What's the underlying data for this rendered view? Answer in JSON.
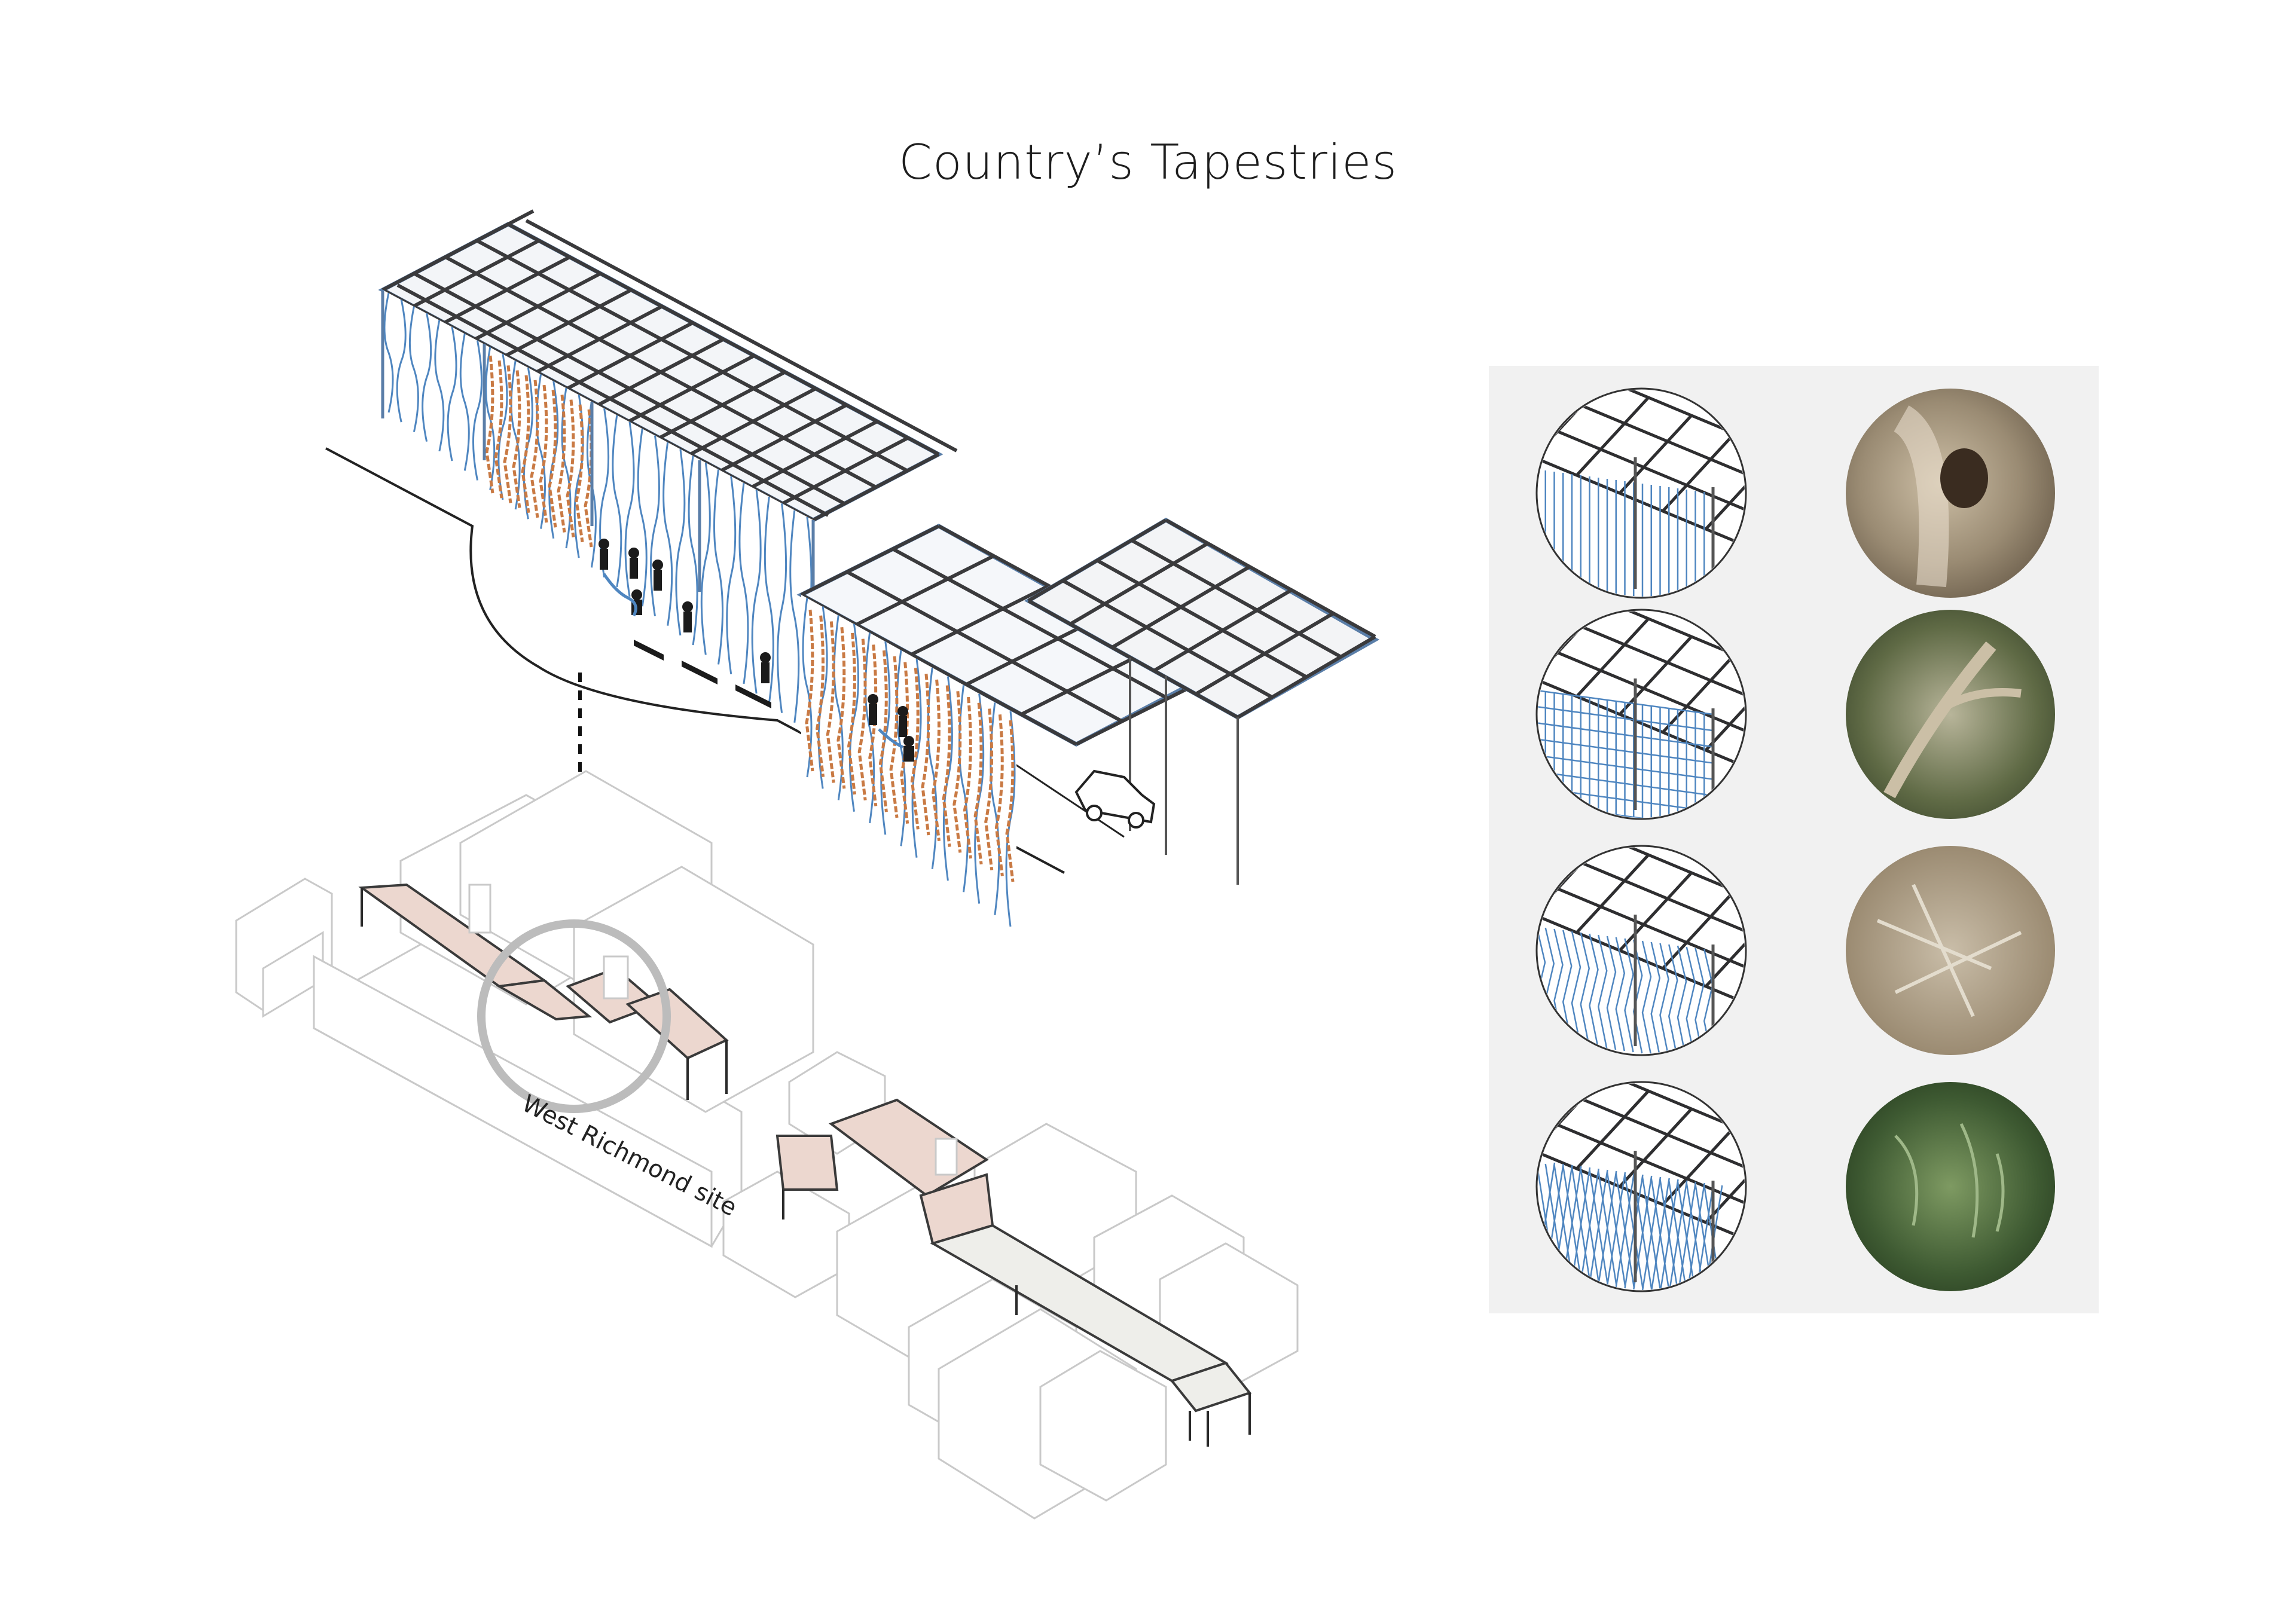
{
  "title": "Country’s Tapestries",
  "site_label": "West Richmond site",
  "colors": {
    "canopy_frame": "#38383a",
    "canopy_edge": "#5a7ea8",
    "tapestry_blue": "#4f86c0",
    "vine_orange": "#c97a44",
    "panel_bg": "#f1f1f1",
    "site_fill": "#ecd7cf",
    "path_fill": "#eeeeea",
    "building_line": "#c9c9c9",
    "focus_circle": "#bcbcbc"
  },
  "detail_panel": {
    "rows": [
      {
        "pattern": "vertical-slats",
        "texture": "bark-hollow-photo"
      },
      {
        "pattern": "grid-weave",
        "texture": "eucalyptus-canopy-photo"
      },
      {
        "pattern": "zigzag-cables",
        "texture": "leaf-litter-photo"
      },
      {
        "pattern": "diamond-lattice",
        "texture": "eucalyptus-leaves-photo"
      }
    ]
  }
}
